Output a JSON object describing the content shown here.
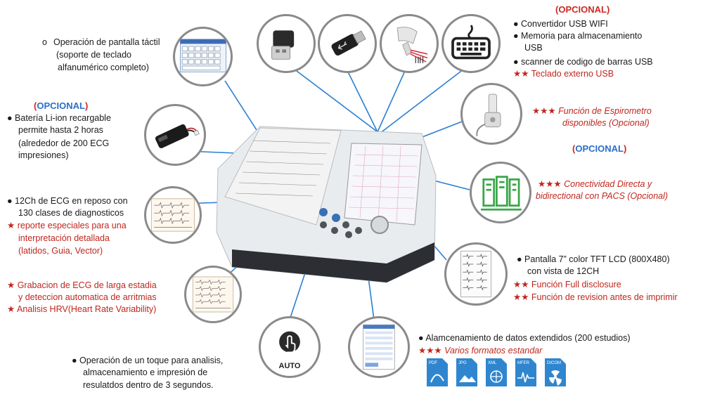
{
  "left": {
    "touch": {
      "bullet": "o",
      "line1": "Operación de pantalla táctil",
      "line2": "(soporte de teclado",
      "line3": "alfanumérico completo)"
    },
    "battery": {
      "opcional": "OPCIONAL",
      "line1": "Batería Li-ion recargable",
      "line2": "permite hasta 2 horas",
      "line3": "(alrededor de 200 ECG",
      "line4": "impresiones)"
    },
    "ecg12": {
      "line1": "12Ch de ECG en reposo con",
      "line2": "130 clases de diagnosticos",
      "line3": "reporte especiales para una",
      "line4": "interpretación detallada",
      "line5": "(latidos, Guia, Vector)"
    },
    "longterm": {
      "line1": "Grabacion de ECG de larga estadia",
      "line2": "y deteccion automatica de arritmias",
      "line3": "Analisis HRV(Heart Rate Variability)"
    },
    "onetouch": {
      "line1": "Operación de un toque para analisis,",
      "line2": "almacenamiento e impresión de",
      "line3": "resulatdos dentro de 3 segundos."
    }
  },
  "right": {
    "usb": {
      "opcional": "OPCIONAL",
      "item1": "Convertidor USB WIFI",
      "item2a": "Memoria para almacenamiento",
      "item2b": "USB",
      "item3": "scanner de codigo de barras USB",
      "item4": "Teclado externo USB"
    },
    "spiro": {
      "line1": "Función de Espirometro",
      "line2": "disponibles (Opcional)"
    },
    "pacs": {
      "opcional": "OPCIONAL",
      "line1": "Conectividad Directa y",
      "line2": "bidirectional con PACS (Opcional)"
    },
    "screen": {
      "line1": "Pantalla 7” color TFT LCD (800X480)",
      "line2": "con vista de 12CH",
      "line3": "Función Full disclosure",
      "line4": "Función de revision antes de imprimir"
    },
    "storage": {
      "line1": "Alamcenamiento de datos extendidos (200 estudios)",
      "line2": "Varios formatos estandar"
    }
  },
  "auto_button_label": "AUTO",
  "formats": [
    "PDF",
    "JPG",
    "XML",
    "MFER",
    "DICOM"
  ],
  "stars": {
    "one": "★",
    "two": "★★",
    "three": "★★★"
  },
  "colors": {
    "blue_accent": "#2a6fc9",
    "red_text": "#c0261d",
    "pacs_green": "#3aa84a",
    "circle_border": "#8a8a8a",
    "file_icon_blue": "#2f86cf"
  }
}
